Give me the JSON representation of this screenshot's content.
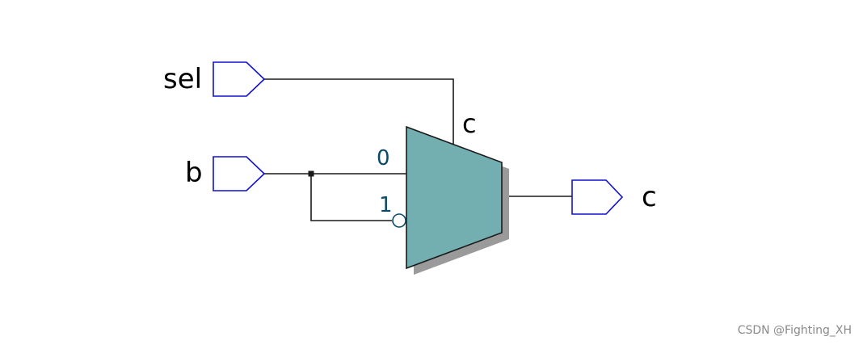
{
  "ports": {
    "sel": "sel",
    "b": "b",
    "c": "c"
  },
  "mux": {
    "select_label": "c",
    "input0_label": "0",
    "input1_label": "1"
  },
  "colors": {
    "mux_fill": "#73aeb0",
    "mux_shadow": "#9a9a9a",
    "port_stroke": "#1010d0",
    "pin_label": "#0b4a66",
    "wire": "#1a1a1a"
  },
  "watermark": "CSDN @Fighting_XH"
}
